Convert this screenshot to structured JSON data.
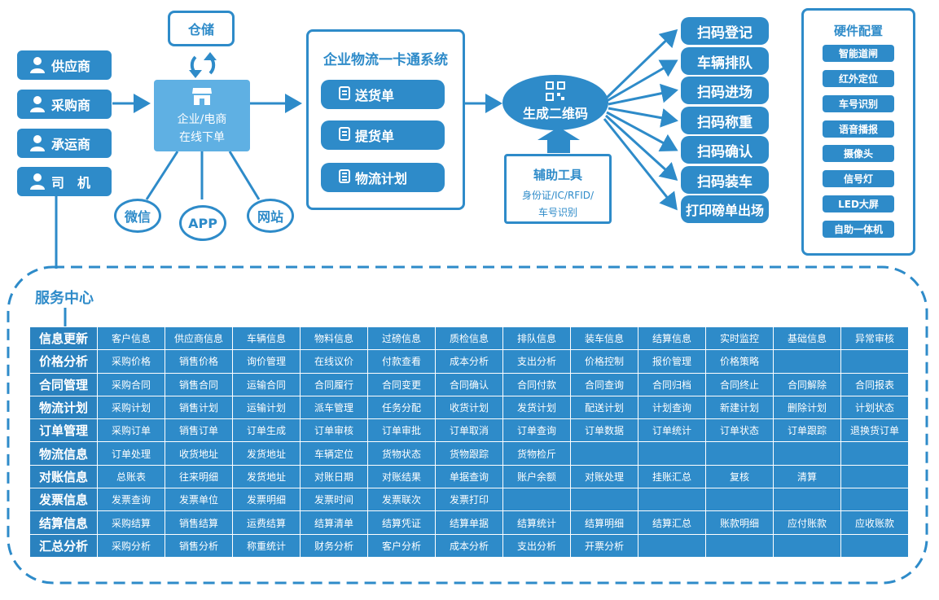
{
  "roles": [
    "供应商",
    "采购商",
    "承运商",
    "司　机"
  ],
  "warehouse": "仓储",
  "order_center": {
    "line1": "企业/电商",
    "line2": "在线下单"
  },
  "channels": [
    "微信",
    "APP",
    "网站"
  ],
  "system": {
    "title": "企业物流一卡通系统",
    "items": [
      "送货单",
      "提货单",
      "物流计划"
    ]
  },
  "qrcode": "生成二维码",
  "aux": {
    "title": "辅助工具",
    "line1": "身份证/IC/RFID/",
    "line2": "车号识别"
  },
  "scan_actions": [
    "扫码登记",
    "车辆排队",
    "扫码进场",
    "扫码称重",
    "扫码确认",
    "扫码装车",
    "打印磅单出场"
  ],
  "hardware": {
    "title": "硬件配置",
    "items": [
      "智能道闸",
      "红外定位",
      "车号识别",
      "语音播报",
      "摄像头",
      "信号灯",
      "LED大屏",
      "自助一体机"
    ]
  },
  "service": {
    "title": "服务中心",
    "rows": [
      {
        "head": "信息更新",
        "cells": [
          "客户信息",
          "供应商信息",
          "车辆信息",
          "物料信息",
          "过磅信息",
          "质检信息",
          "排队信息",
          "装车信息",
          "结算信息",
          "实时监控",
          "基础信息",
          "异常审核"
        ]
      },
      {
        "head": "价格分析",
        "cells": [
          "采购价格",
          "销售价格",
          "询价管理",
          "在线议价",
          "付款查看",
          "成本分析",
          "支出分析",
          "价格控制",
          "报价管理",
          "价格策略",
          "",
          ""
        ]
      },
      {
        "head": "合同管理",
        "cells": [
          "采购合同",
          "销售合同",
          "运输合同",
          "合同履行",
          "合同变更",
          "合同确认",
          "合同付款",
          "合同查询",
          "合同归档",
          "合同终止",
          "合同解除",
          "合同报表"
        ]
      },
      {
        "head": "物流计划",
        "cells": [
          "采购计划",
          "销售计划",
          "运输计划",
          "派车管理",
          "任务分配",
          "收货计划",
          "发货计划",
          "配送计划",
          "计划查询",
          "新建计划",
          "删除计划",
          "计划状态"
        ]
      },
      {
        "head": "订单管理",
        "cells": [
          "采购订单",
          "销售订单",
          "订单生成",
          "订单审核",
          "订单审批",
          "订单取消",
          "订单查询",
          "订单数据",
          "订单统计",
          "订单状态",
          "订单跟踪",
          "退换货订单"
        ]
      },
      {
        "head": "物流信息",
        "cells": [
          "订单处理",
          "收货地址",
          "发货地址",
          "车辆定位",
          "货物状态",
          "货物跟踪",
          "货物检斤",
          "",
          "",
          "",
          "",
          ""
        ]
      },
      {
        "head": "对账信息",
        "cells": [
          "总账表",
          "往来明细",
          "发货地址",
          "对账日期",
          "对账结果",
          "单据查询",
          "账户余额",
          "对账处理",
          "挂账汇总",
          "复核",
          "清算",
          ""
        ]
      },
      {
        "head": "发票信息",
        "cells": [
          "发票查询",
          "发票单位",
          "发票明细",
          "发票时间",
          "发票联次",
          "发票打印",
          "",
          "",
          "",
          "",
          "",
          ""
        ]
      },
      {
        "head": "结算信息",
        "cells": [
          "采购结算",
          "销售结算",
          "运费结算",
          "结算清单",
          "结算凭证",
          "结算单据",
          "结算统计",
          "结算明细",
          "结算汇总",
          "账款明细",
          "应付账款",
          "应收账款"
        ]
      },
      {
        "head": "汇总分析",
        "cells": [
          "采购分析",
          "销售分析",
          "称重统计",
          "财务分析",
          "客户分析",
          "成本分析",
          "支出分析",
          "开票分析",
          "",
          "",
          "",
          ""
        ]
      }
    ]
  },
  "colors": {
    "primary": "#2e8bc9",
    "order_box": "#5fb0e3",
    "background": "#ffffff"
  }
}
